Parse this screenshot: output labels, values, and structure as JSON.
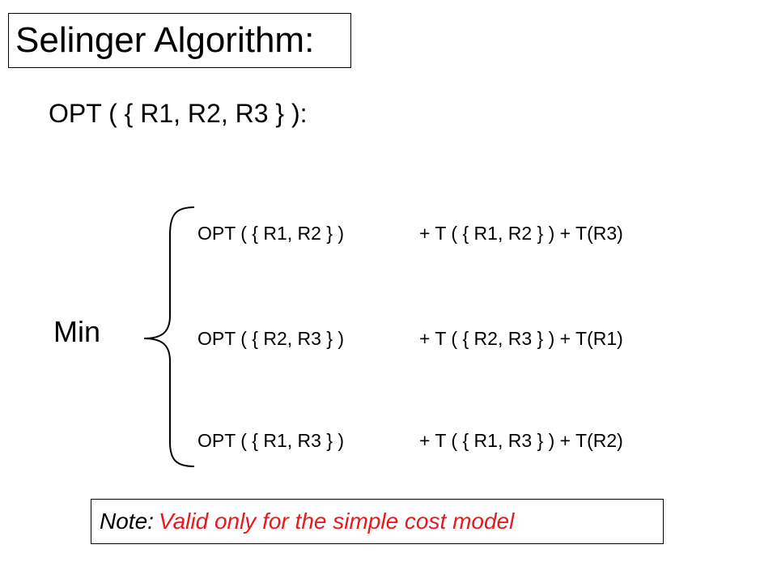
{
  "slide": {
    "title": "Selinger Algorithm:",
    "heading": "OPT ( { R1, R2, R3 } ):",
    "min_label": "Min",
    "options": [
      {
        "opt": "OPT ( { R1, R2 } )",
        "cost": "+ T ( { R1, R2 } ) + T(R3)"
      },
      {
        "opt": "OPT ( { R2, R3 } )",
        "cost": "+ T ( { R2, R3 } ) + T(R1)"
      },
      {
        "opt": "OPT ( { R1, R3 } )",
        "cost": "+ T ( { R1, R3 } ) + T(R2)"
      }
    ],
    "note": {
      "prefix": "Note:",
      "text": "Valid only for the simple cost model"
    }
  },
  "colors": {
    "note_highlight": "#e8191f",
    "text": "#000000",
    "background": "#ffffff"
  }
}
